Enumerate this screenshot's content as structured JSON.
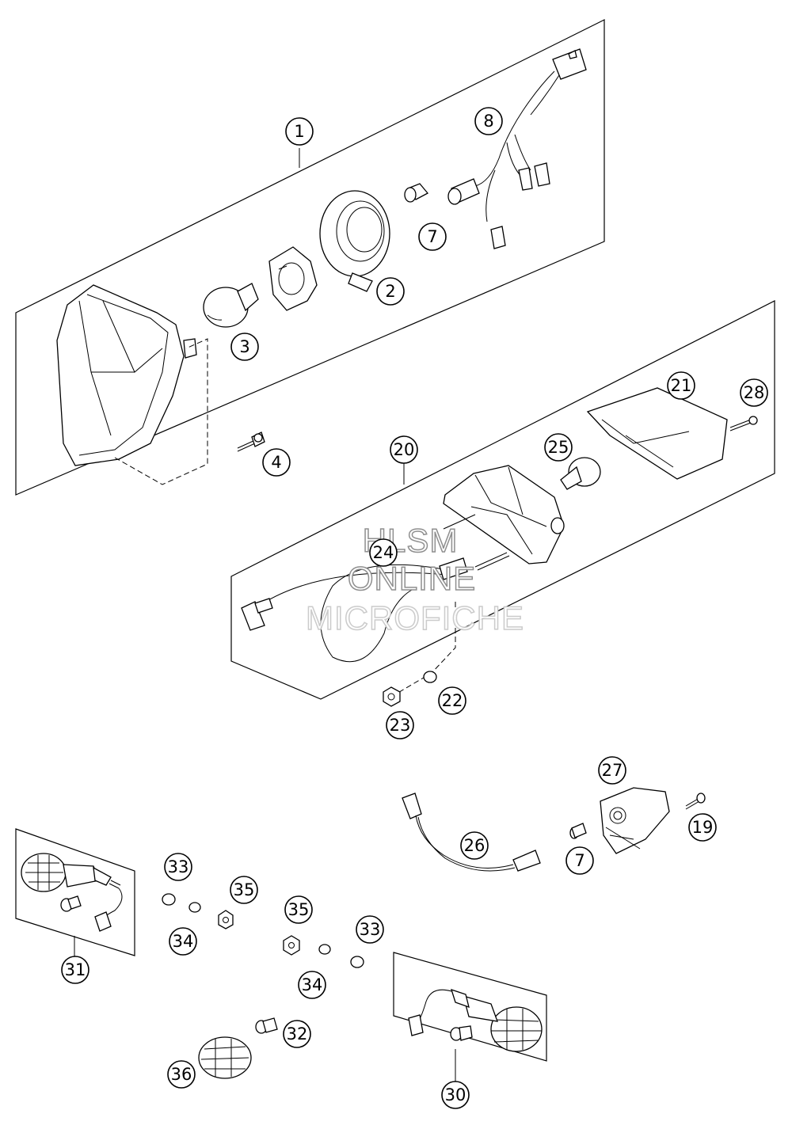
{
  "watermark": {
    "line1": "HLSM",
    "line2": "ONLINE",
    "line3": "MICROFICHE"
  },
  "callouts": [
    {
      "id": "c1",
      "label": "1"
    },
    {
      "id": "c2",
      "label": "2"
    },
    {
      "id": "c3",
      "label": "3"
    },
    {
      "id": "c4",
      "label": "4"
    },
    {
      "id": "c7a",
      "label": "7"
    },
    {
      "id": "c8",
      "label": "8"
    },
    {
      "id": "c20",
      "label": "20"
    },
    {
      "id": "c21",
      "label": "21"
    },
    {
      "id": "c22",
      "label": "22"
    },
    {
      "id": "c23",
      "label": "23"
    },
    {
      "id": "c24",
      "label": "24"
    },
    {
      "id": "c25",
      "label": "25"
    },
    {
      "id": "c28",
      "label": "28"
    },
    {
      "id": "c27",
      "label": "27"
    },
    {
      "id": "c19",
      "label": "19"
    },
    {
      "id": "c26",
      "label": "26"
    },
    {
      "id": "c7b",
      "label": "7"
    },
    {
      "id": "c31",
      "label": "31"
    },
    {
      "id": "c33a",
      "label": "33"
    },
    {
      "id": "c34a",
      "label": "34"
    },
    {
      "id": "c35a",
      "label": "35"
    },
    {
      "id": "c35b",
      "label": "35"
    },
    {
      "id": "c33b",
      "label": "33"
    },
    {
      "id": "c34b",
      "label": "34"
    },
    {
      "id": "c32",
      "label": "32"
    },
    {
      "id": "c36",
      "label": "36"
    },
    {
      "id": "c30",
      "label": "30"
    }
  ]
}
